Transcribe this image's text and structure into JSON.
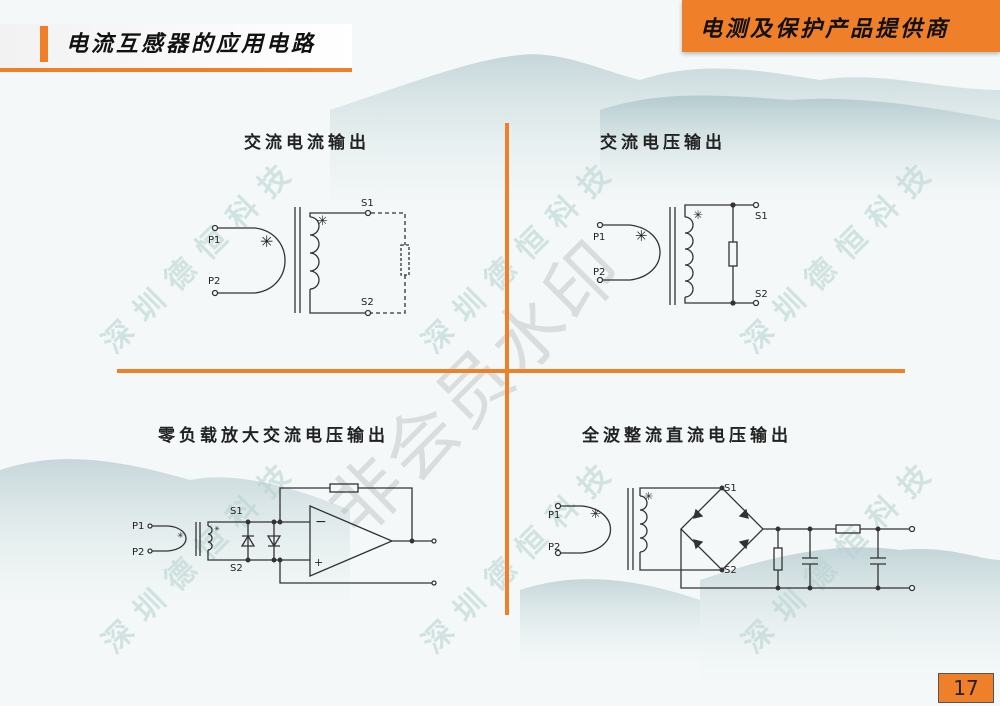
{
  "header": {
    "title": "电流互感器的应用电路",
    "banner": "电测及保护产品提供商"
  },
  "quadrants": [
    {
      "title": "交流电流输出"
    },
    {
      "title": "交流电压输出"
    },
    {
      "title": "零负载放大交流电压输出"
    },
    {
      "title": "全波整流直流电压输出"
    }
  ],
  "labels": {
    "p1": "P1",
    "p2": "P2",
    "s1": "S1",
    "s2": "S2"
  },
  "watermark": {
    "company": "深圳德恒科技",
    "overlay": "非会员水印"
  },
  "page_number": "17",
  "colors": {
    "accent": "#f07f2a",
    "line": "#333333",
    "background": "#f4f8f8"
  }
}
